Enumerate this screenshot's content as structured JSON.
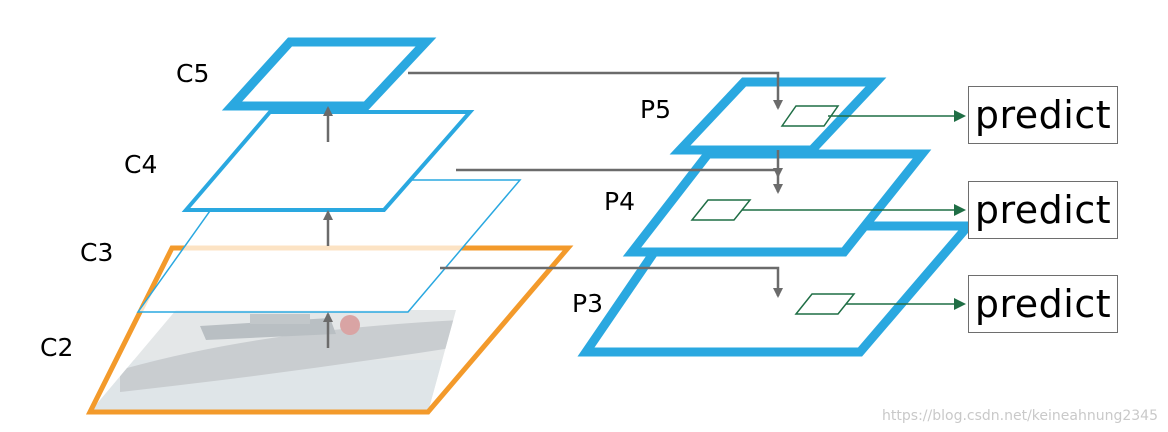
{
  "labels": {
    "c2": "C2",
    "c3": "C3",
    "c4": "C4",
    "c5": "C5",
    "p3": "P3",
    "p4": "P4",
    "p5": "P5"
  },
  "predict_boxes": [
    "predict",
    "predict",
    "predict"
  ],
  "watermark": "https://blog.csdn.net/keineahnung2345",
  "colors": {
    "c2_border": "#f39a2b",
    "layer_blue": "#2aa8e0",
    "arrow_gray": "#6b6b6b",
    "predict_arrow": "#1f6e45"
  }
}
